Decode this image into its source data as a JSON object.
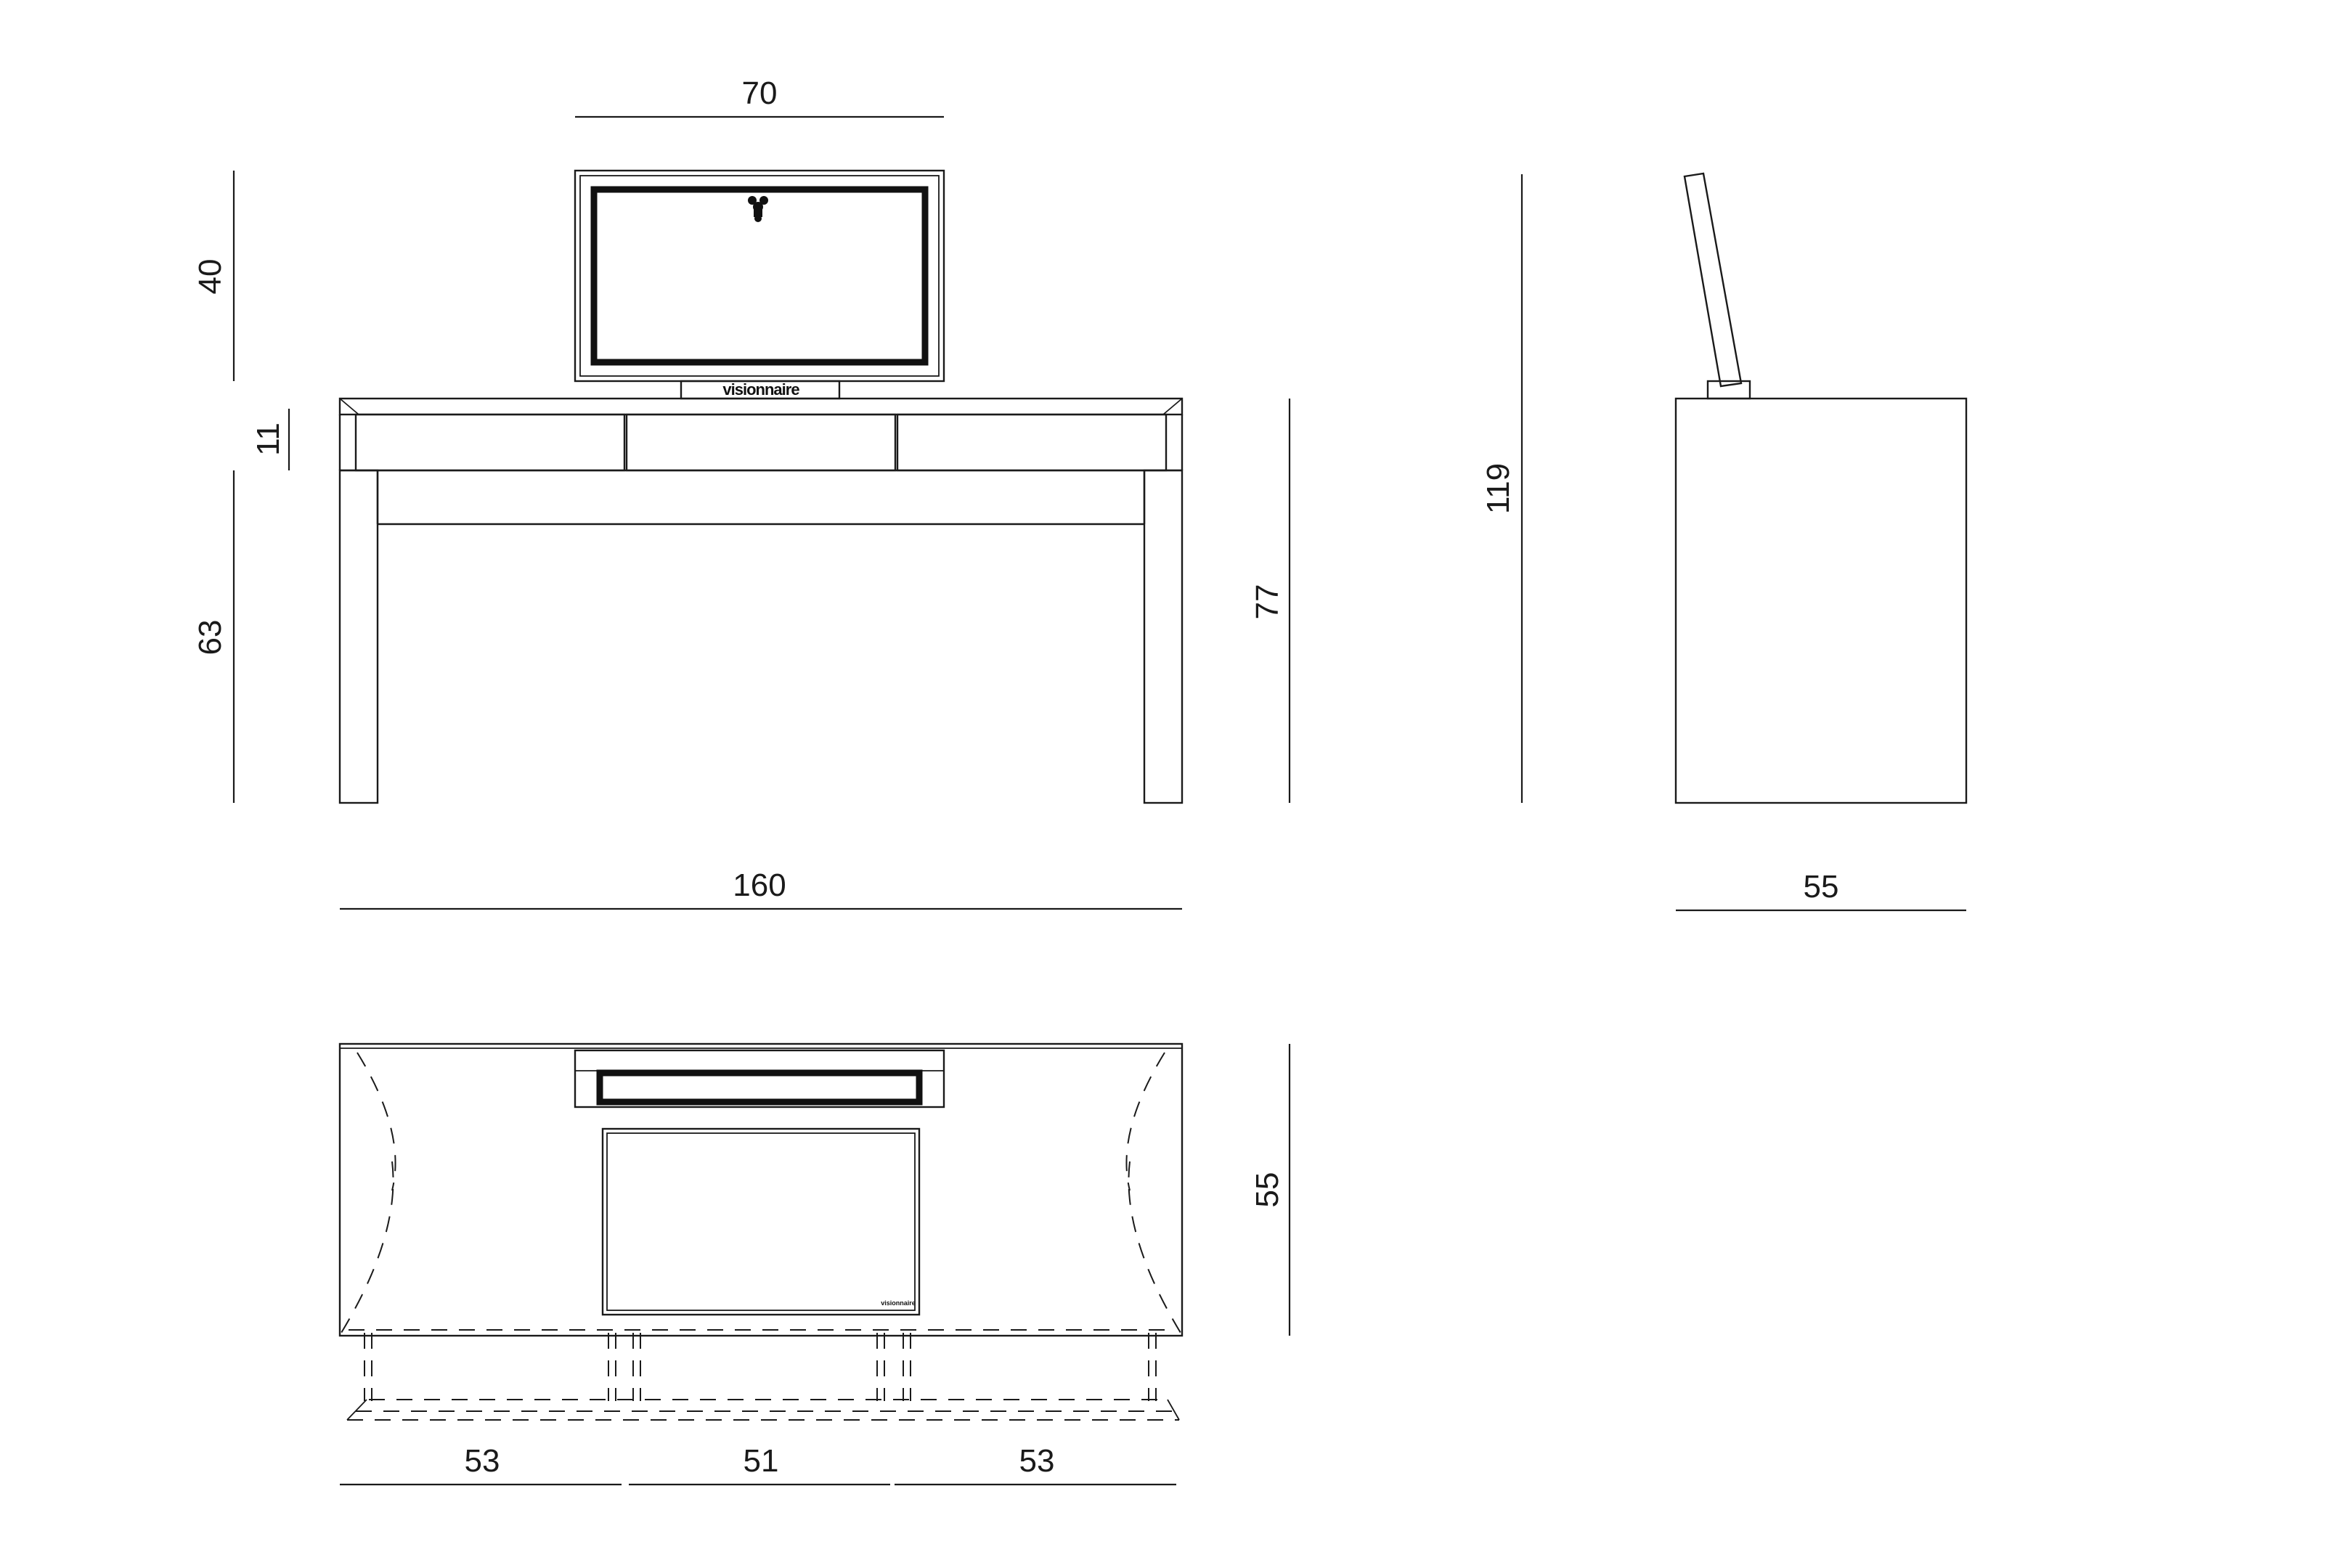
{
  "dimensions": {
    "monitor_width": "70",
    "monitor_height": "40",
    "drawer_height": "11",
    "leg_height": "63",
    "overall_width": "160",
    "desk_height": "77",
    "overall_height": "119",
    "side_depth": "55",
    "top_depth": "55",
    "drawer_left_width": "53",
    "drawer_middle_width": "51",
    "drawer_right_width": "53"
  },
  "branding": {
    "front_label": "visionnaire",
    "top_label": "visionnaire",
    "logo_icon": "visionnaire-crest-icon"
  },
  "colors": {
    "line": "#1a1a1a",
    "background": "#ffffff"
  }
}
